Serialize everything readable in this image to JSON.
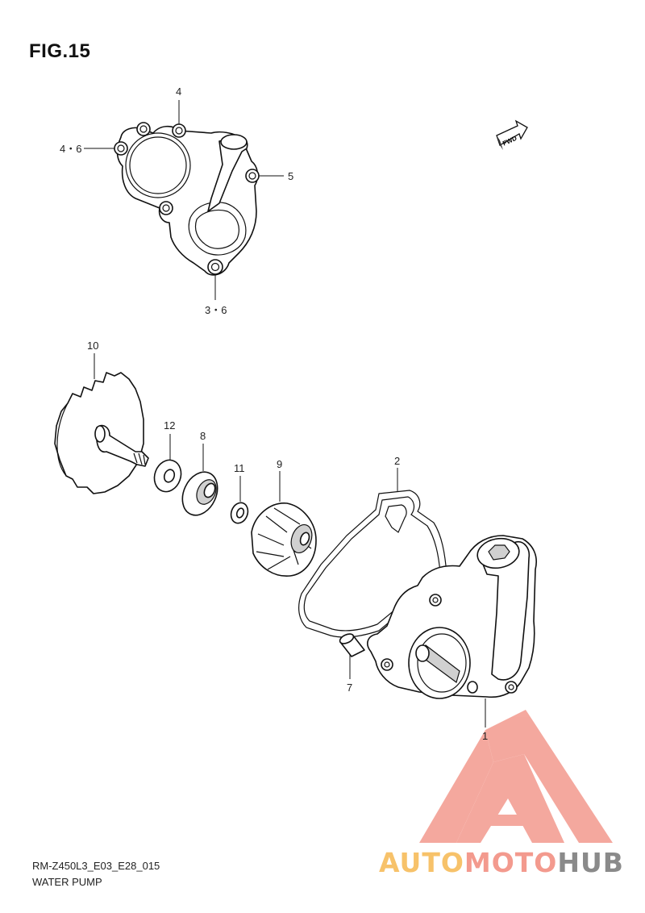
{
  "figure": {
    "title": "FIG.15",
    "model_code": "RM-Z450L3_E03_E28_015",
    "section_name": "WATER PUMP",
    "fwd_label": "FWD"
  },
  "callouts": {
    "c_4": "4",
    "c_4_6": "4・6",
    "c_5": "5",
    "c_3_6": "3・6",
    "c_10": "10",
    "c_12": "12",
    "c_8": "8",
    "c_11": "11",
    "c_9": "9",
    "c_2": "2",
    "c_7": "7",
    "c_1": "1"
  },
  "watermark": {
    "part1": "AUTO",
    "part2": "MOTO",
    "part3": "HUB",
    "color_part1": "#f7c26a",
    "color_part2": "#f39a8e",
    "color_part3": "#8a8a8a",
    "logo_color": "#f39a8e"
  }
}
